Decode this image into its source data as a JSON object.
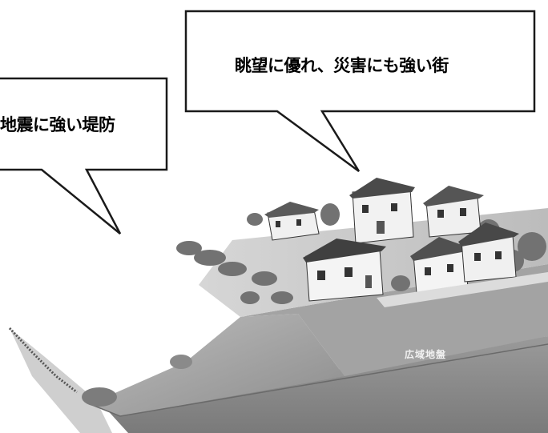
{
  "callouts": {
    "left": "地震に強い堤防",
    "right": "眺望に優れ、災害にも強い街"
  },
  "ground_label": "広域地盤",
  "colors": {
    "outline": "#1a1a1a",
    "ground_top": "#c9c9c9",
    "ground_front": "#8f8f8f",
    "ground_side": "#a6a6a6",
    "roof": "#4a4a4a",
    "wall": "#f2f2f2",
    "tree": "#6f6f6f"
  }
}
